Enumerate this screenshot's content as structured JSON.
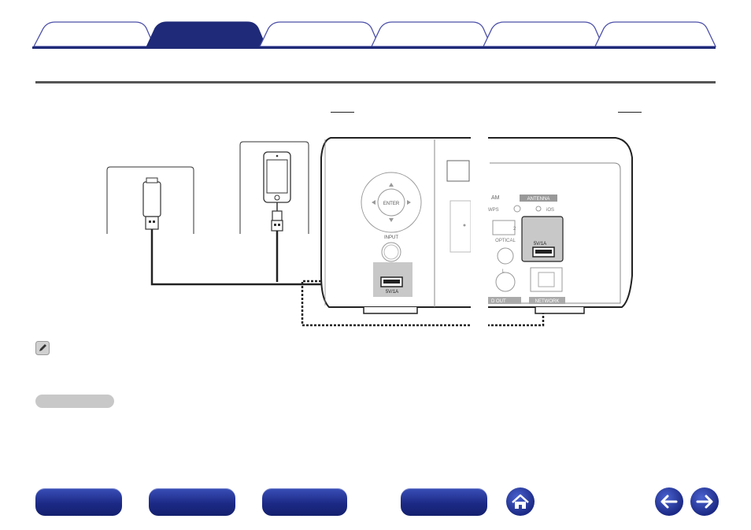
{
  "colors": {
    "tab_active": "#1f2a78",
    "tab_border": "#4b4fa8",
    "nav_button": "#1c2a86",
    "pill": "#c8c8c8"
  },
  "tabs": [
    {
      "label": "",
      "active": false
    },
    {
      "label": "",
      "active": true
    },
    {
      "label": "",
      "active": false
    },
    {
      "label": "",
      "active": false
    },
    {
      "label": "",
      "active": false
    },
    {
      "label": "",
      "active": false
    }
  ],
  "diagram": {
    "front_panel": {
      "enter_label": "ENTER",
      "input_label": "INPUT",
      "usb_rating": "5V/1A"
    },
    "rear_panel": {
      "am_label": "AM",
      "antenna_label": "ANTENNA",
      "wps_label": "WPS",
      "ios_label": "iOS",
      "optical_label": "OPTICAL",
      "optical_num": "2",
      "usb_rating": "5V/1A",
      "network_label": "NETWORK",
      "out_label": "D OUT",
      "l_label": "L"
    }
  },
  "footer": {
    "buttons": [
      "nav-button-1",
      "nav-button-2",
      "nav-button-3",
      "nav-button-4"
    ],
    "icons": [
      "home-icon",
      "back-arrow-icon",
      "forward-arrow-icon"
    ]
  }
}
